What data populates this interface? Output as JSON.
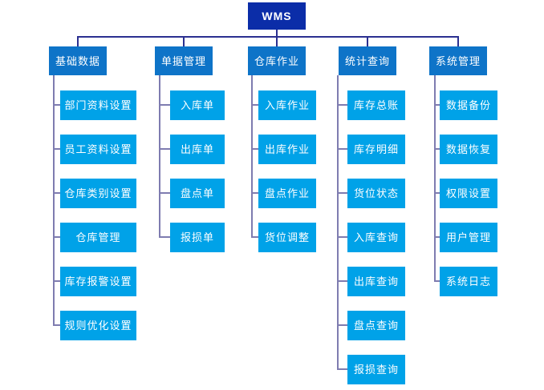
{
  "root": {
    "label": "WMS"
  },
  "columns": [
    {
      "label": "基础数据",
      "children": [
        "部门资料设置",
        "员工资料设置",
        "仓库类别设置",
        "仓库管理",
        "库存报警设置",
        "规则优化设置"
      ]
    },
    {
      "label": "单据管理",
      "children": [
        "入库单",
        "出库单",
        "盘点单",
        "报损单"
      ]
    },
    {
      "label": "仓库作业",
      "children": [
        "入库作业",
        "出库作业",
        "盘点作业",
        "货位调整"
      ]
    },
    {
      "label": "统计查询",
      "children": [
        "库存总账",
        "库存明细",
        "货位状态",
        "入库查询",
        "出库查询",
        "盘点查询",
        "报损查询"
      ]
    },
    {
      "label": "系统管理",
      "children": [
        "数据备份",
        "数据恢复",
        "权限设置",
        "用户管理",
        "系统日志"
      ]
    }
  ],
  "colors": {
    "root_box": "#0b2da8",
    "level2_box": "#0e74c8",
    "child_box": "#00a2e8",
    "trunk_line": "#2b3090",
    "branch_line": "#7e7cb0",
    "text": "#ffffff"
  }
}
